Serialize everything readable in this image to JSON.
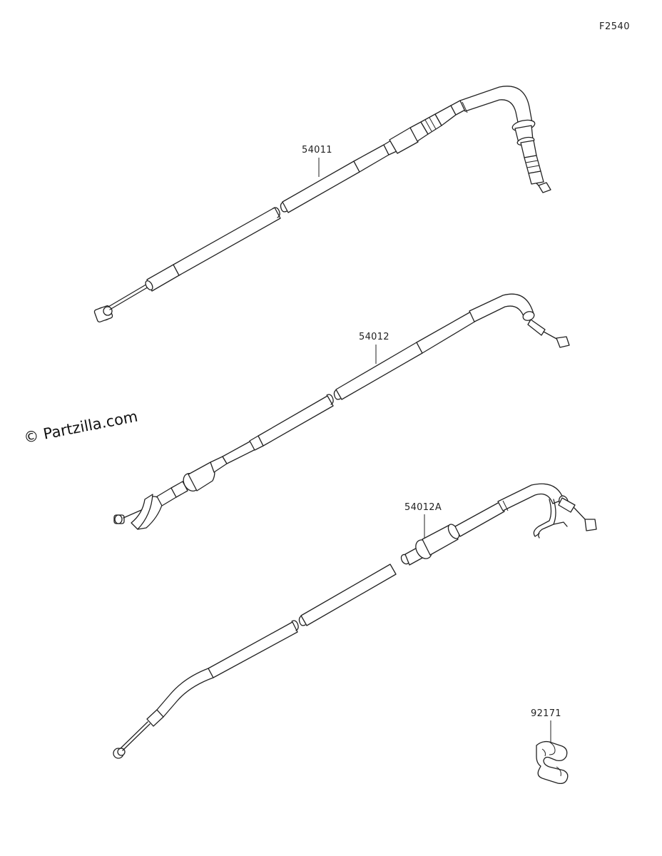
{
  "diagram_code": "F2540",
  "watermark": "© Partzilla.com",
  "parts": [
    {
      "part_number": "54011"
    },
    {
      "part_number": "54012"
    },
    {
      "part_number": "54012A"
    },
    {
      "part_number": "92171"
    }
  ]
}
